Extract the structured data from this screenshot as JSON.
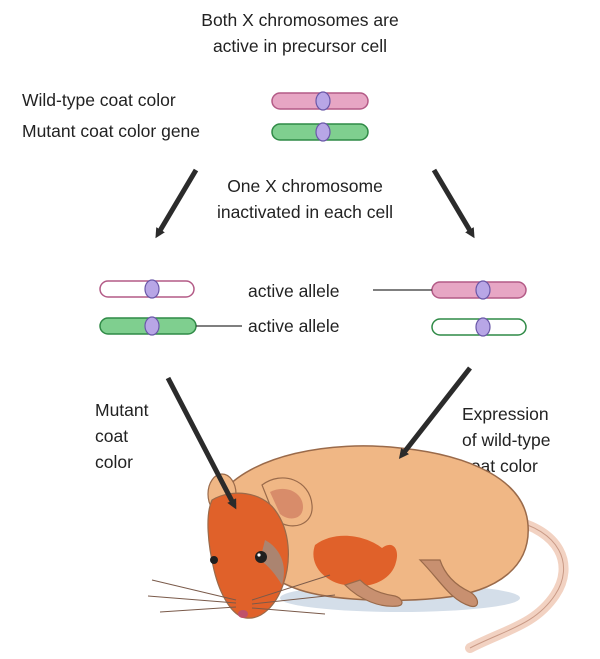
{
  "header": {
    "line1": "Both X chromosomes are",
    "line2": "active in precursor cell"
  },
  "precursor": {
    "wildtype_label": "Wild-type coat color",
    "mutant_label": "Mutant coat color gene"
  },
  "inactivation": {
    "line1": "One X chromosome",
    "line2": "inactivated in each cell"
  },
  "cells": {
    "left_active_label": "active allele",
    "right_active_label": "active allele"
  },
  "outcomes": {
    "mutant_lines": [
      "Mutant",
      "coat",
      "color"
    ],
    "wildtype_lines": [
      "Expression",
      "of wild-type",
      "coat color"
    ]
  },
  "colors": {
    "wildtype_chromosome": "#e7a6c4",
    "mutant_chromosome": "#7fcf8f",
    "centromere": "#b8a6e6",
    "mutant_fur": "#e0612a",
    "wildtype_fur": "#f0b785",
    "arrow": "#2b2b2b"
  }
}
